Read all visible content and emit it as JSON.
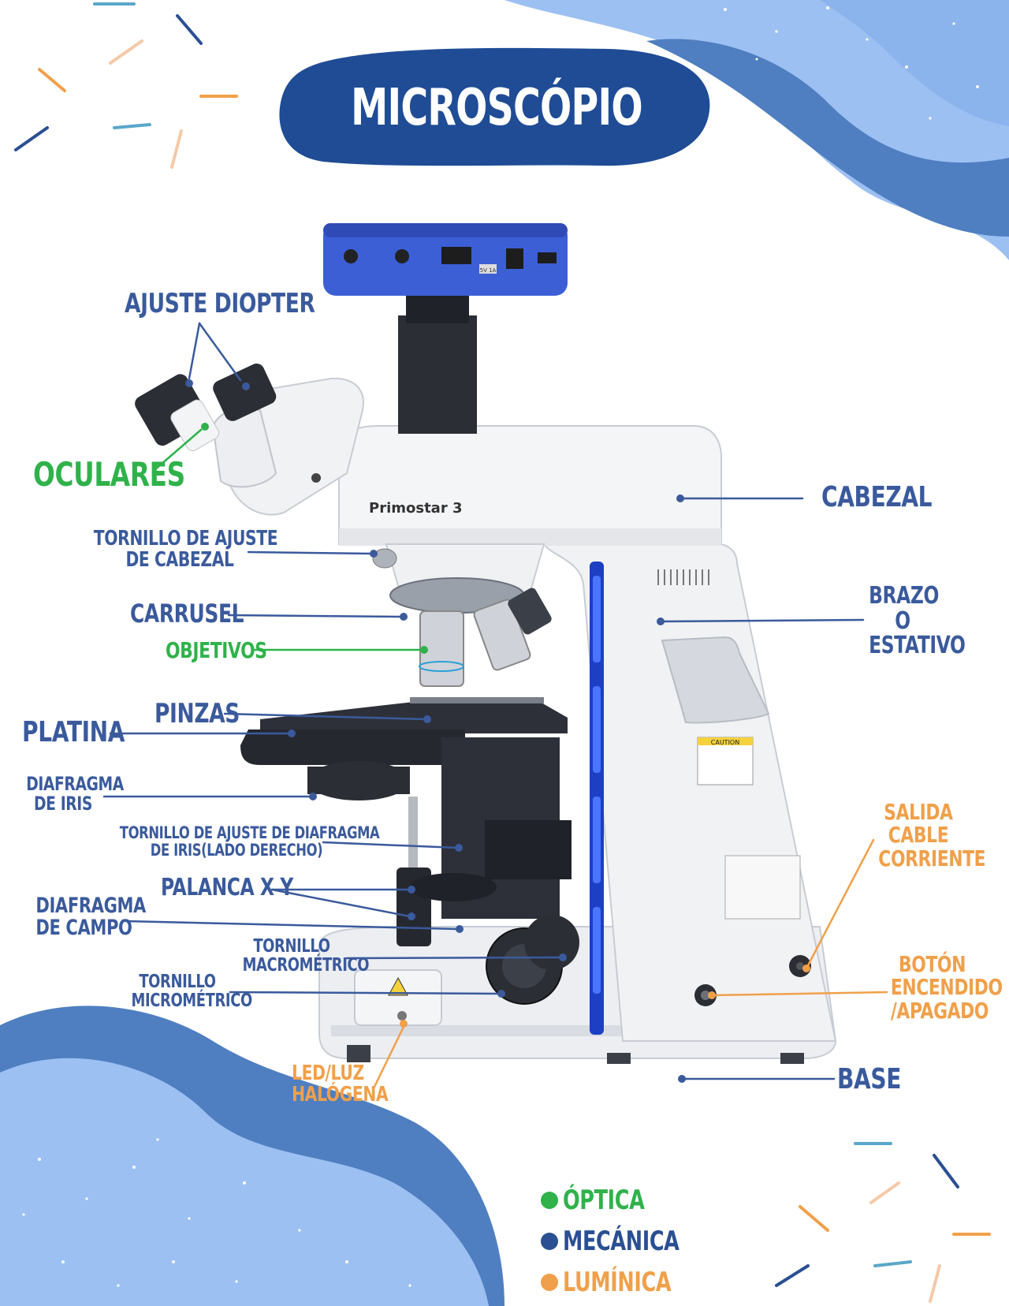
{
  "title": "MICROSCÓPIO",
  "camera_label": "Primostar 3",
  "camera_ports": "5V 1A",
  "caution": "CAUTION",
  "labels": {
    "ajuste_diopter": "AJUSTE DIOPTER",
    "oculares": "OCULARES",
    "tornillo_cabezal": "TORNILLO DE AJUSTE\nDE CABEZAL",
    "carrusel": "CARRUSEL",
    "objetivos": "OBJETIVOS",
    "pinzas": "PINZAS",
    "platina": "PLATINA",
    "diafragma_iris": "DIAFRAGMA\nDE IRIS",
    "tornillo_diafragma": "TORNILLO DE AJUSTE DE DIAFRAGMA\nDE IRIS(LADO DERECHO)",
    "palanca_xy": "PALANCA X Y",
    "diafragma_campo": "DIAFRAGMA\nDE CAMPO",
    "tornillo_macro": "TORNILLO\nMACROMÉTRICO",
    "tornillo_micro": "TORNILLO\nMICROMÉTRICO",
    "led": "LED/LUZ\nHALÓGENA",
    "cabezal": "CABEZAL",
    "brazo": "BRAZO\nO\nESTATIVO",
    "salida": "SALIDA\nCABLE\nCORRIENTE",
    "boton": "BOTÓN\nENCENDIDO\n/APAGADO",
    "base": "BASE"
  },
  "legend": [
    {
      "label": "ÓPTICA",
      "color": "#2fb24a"
    },
    {
      "label": "MECÁNICA",
      "color": "#2a4f92"
    },
    {
      "label": "LUMÍNICA",
      "color": "#f0a04a"
    }
  ],
  "colors": {
    "mechanical": "#3a5a9c",
    "optical": "#2fb24a",
    "luminous": "#f0a04a",
    "title_blob": "#1f4c95",
    "blob_light": "#8fb7ef",
    "blob_dark": "#4a7bc0",
    "camera_blue": "#3c5fd6"
  }
}
